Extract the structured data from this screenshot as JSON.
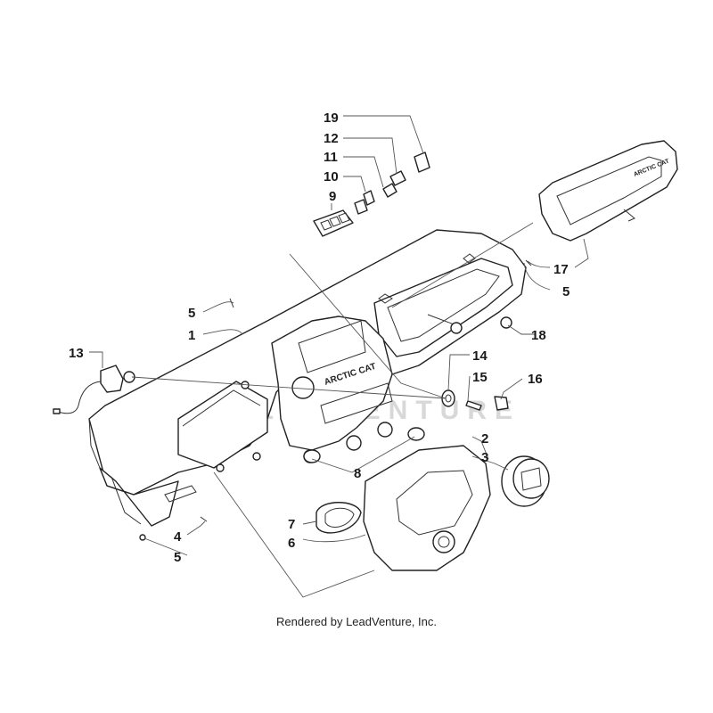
{
  "diagram": {
    "watermark": "LEADVENTURE",
    "dash_label": "ARCTIC CAT",
    "cover_label": "ARCTIC CAT",
    "callouts": {
      "c1": "1",
      "c2": "2",
      "c3": "3",
      "c4": "4",
      "c5a": "5",
      "c5b": "5",
      "c5c": "5",
      "c6": "6",
      "c7": "7",
      "c8": "8",
      "c9": "9",
      "c10": "10",
      "c11": "11",
      "c12": "12",
      "c13": "13",
      "c14": "14",
      "c15": "15",
      "c16": "16",
      "c17": "17",
      "c18": "18",
      "c19": "19"
    }
  },
  "footer": {
    "credit": "Rendered by LeadVenture, Inc."
  }
}
